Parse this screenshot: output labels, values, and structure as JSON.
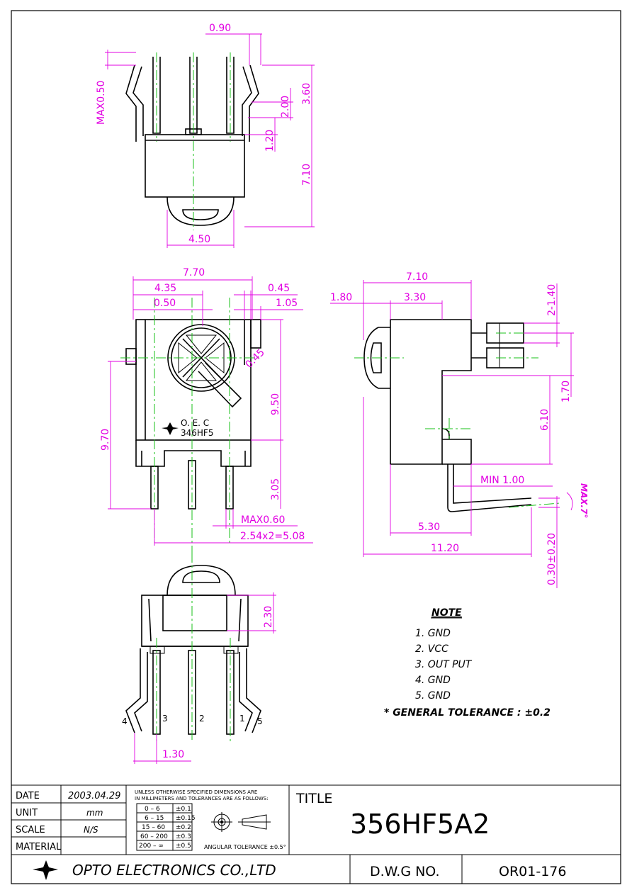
{
  "dimensions": {
    "top_view": {
      "width_offset": "0.90",
      "max_offset": "MAX0.50",
      "pin_height": "3.60",
      "bend": "2.00",
      "step": "1.20",
      "total_height": "7.10",
      "lens_width": "4.50"
    },
    "front_view": {
      "total_width": "7.70",
      "center": "4.35",
      "offset": "0.50",
      "tab": "0.45",
      "right_tab": "1.05",
      "height": "9.50",
      "total_height": "9.70",
      "angle": "0.45",
      "pin_length": "3.05",
      "pin_max": "MAX0.60",
      "pitch": "2.54x2=5.08",
      "marking_brand": "O. E. C",
      "marking_model": "346HF5"
    },
    "side_view": {
      "total": "7.10",
      "lens_offset": "1.80",
      "lens_pos": "3.30",
      "pin_spacing": "2-1.40",
      "pin_gap": "1.70",
      "body": "6.10",
      "min_lead": "MIN  1.00",
      "lead": "5.30",
      "total_length": "11.20",
      "thickness": "0.30±0.20",
      "max_angle": "MAX.7°"
    },
    "bottom_view": {
      "lens_height": "2.30",
      "pin_offset": "1.30",
      "pin_labels": [
        "4",
        "3",
        "2",
        "1",
        "5"
      ]
    }
  },
  "notes": {
    "heading": "NOTE",
    "items": [
      "1. GND",
      "2. VCC",
      "3. OUT PUT",
      "4. GND",
      "5. GND"
    ],
    "tolerance": "* GENERAL TOLERANCE : ±0.2"
  },
  "title_block": {
    "date_label": "DATE",
    "date": "2003.04.29",
    "unit_label": "UNIT",
    "unit": "mm",
    "scale_label": "SCALE",
    "scale": "N/S",
    "material_label": "MATERIAL",
    "material": "",
    "tolerance_header_1": "UNLESS OTHERWISE SPECIFIED DIMENSIONS ARE",
    "tolerance_header_2": "IN MILLIMETERS AND TOLERANCES ARE AS FOLLOWS:",
    "tolerance_rows": [
      {
        "range": "0  –  6",
        "tol": "±0.1"
      },
      {
        "range": "6  –  15",
        "tol": "±0.15"
      },
      {
        "range": "15  –  60",
        "tol": "±0.2"
      },
      {
        "range": "60  –  200",
        "tol": "±0.3"
      },
      {
        "range": "200  –  ∞",
        "tol": "±0.5"
      }
    ],
    "angular_tolerance": "ANGULAR TOLERANCE ±0.5°",
    "title_label": "TITLE",
    "title": "356HF5A2",
    "company": "OPTO ELECTRONICS CO.,LTD",
    "dwg_label": "D.W.G  NO.",
    "dwg_no": "OR01-176"
  },
  "colors": {
    "dimension": "#e200e2",
    "centerline": "#19c019",
    "outline": "#000000"
  }
}
